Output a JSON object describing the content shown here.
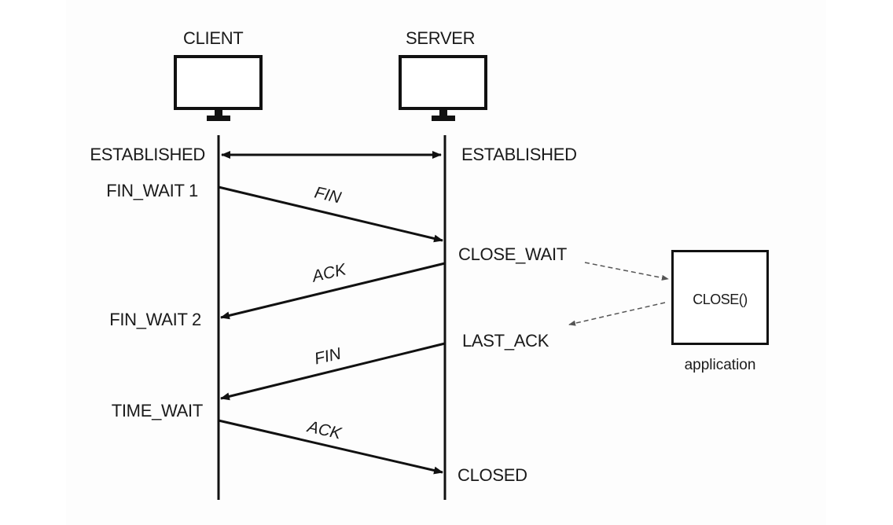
{
  "hosts": {
    "client": {
      "label": "CLIENT",
      "icon": "monitor-icon"
    },
    "server": {
      "label": "SERVER",
      "icon": "monitor-icon"
    }
  },
  "client_states": [
    "ESTABLISHED",
    "FIN_WAIT 1",
    "FIN_WAIT 2",
    "TIME_WAIT"
  ],
  "server_states": [
    "ESTABLISHED",
    "CLOSE_WAIT",
    "LAST_ACK",
    "CLOSED"
  ],
  "messages": [
    {
      "label": "FIN",
      "from": "client",
      "to": "server"
    },
    {
      "label": "ACK",
      "from": "server",
      "to": "client"
    },
    {
      "label": "FIN",
      "from": "server",
      "to": "client"
    },
    {
      "label": "ACK",
      "from": "client",
      "to": "server"
    }
  ],
  "application": {
    "call": "CLOSE()",
    "caption": "application"
  },
  "colors": {
    "line": "#111111",
    "text": "#1a1a1a",
    "dashed": "#555555"
  }
}
